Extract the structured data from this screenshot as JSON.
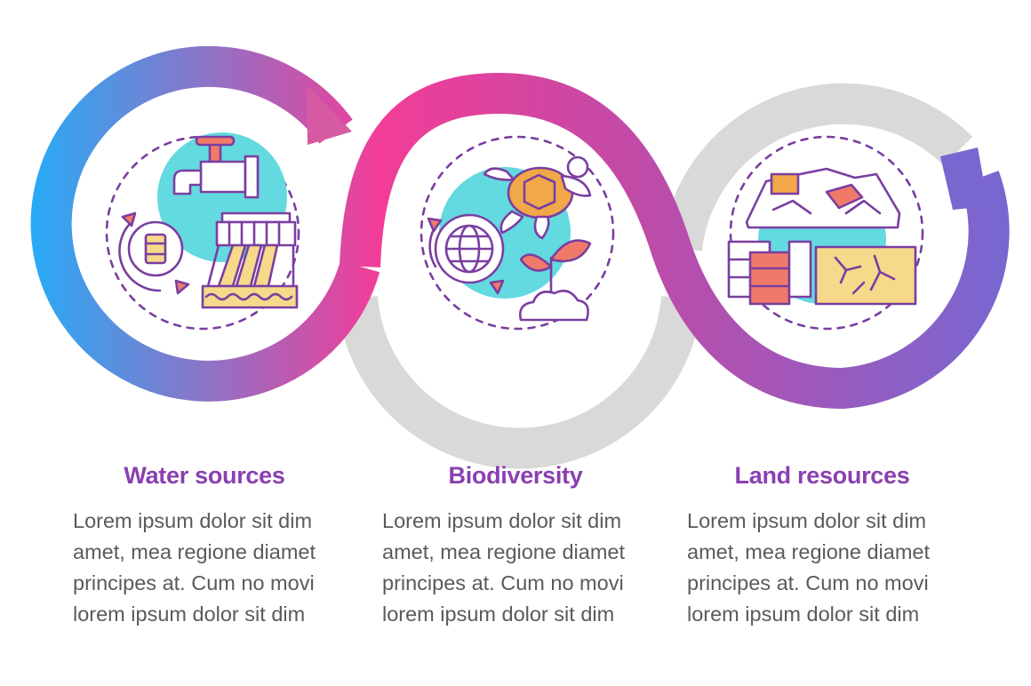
{
  "colors": {
    "title": "#8a3fb0",
    "body_text": "#5a5a5e",
    "gray_ring": "#d9d9d9",
    "gradient_blue": "#2aa9f5",
    "gradient_pink": "#f23d97",
    "gradient_purple": "#7a66cf",
    "icon_bg": "#63d9e0",
    "icon_line": "#7a3ea0",
    "icon_fill_orange": "#f0a848",
    "icon_fill_coral": "#f07a6a",
    "icon_fill_yellow": "#f6d98a"
  },
  "steps": [
    {
      "title": "Water sources",
      "body": "Lorem ipsum dolor sit dim\namet, mea regione diamet\nprincipes at. Cum no movi\nlorem ipsum dolor sit dim",
      "icon": "water-tap-dam-oil-icon"
    },
    {
      "title": "Biodiversity",
      "body": "Lorem ipsum dolor sit dim\namet, mea regione diamet\nprincipes at. Cum no movi\nlorem ipsum dolor sit dim",
      "icon": "turtle-globe-sprout-icon"
    },
    {
      "title": "Land resources",
      "body": "Lorem ipsum dolor sit dim\namet, mea regione diamet\nprincipes at. Cum no movi\nlorem ipsum dolor sit dim",
      "icon": "minerals-barrels-soil-icon"
    }
  ]
}
